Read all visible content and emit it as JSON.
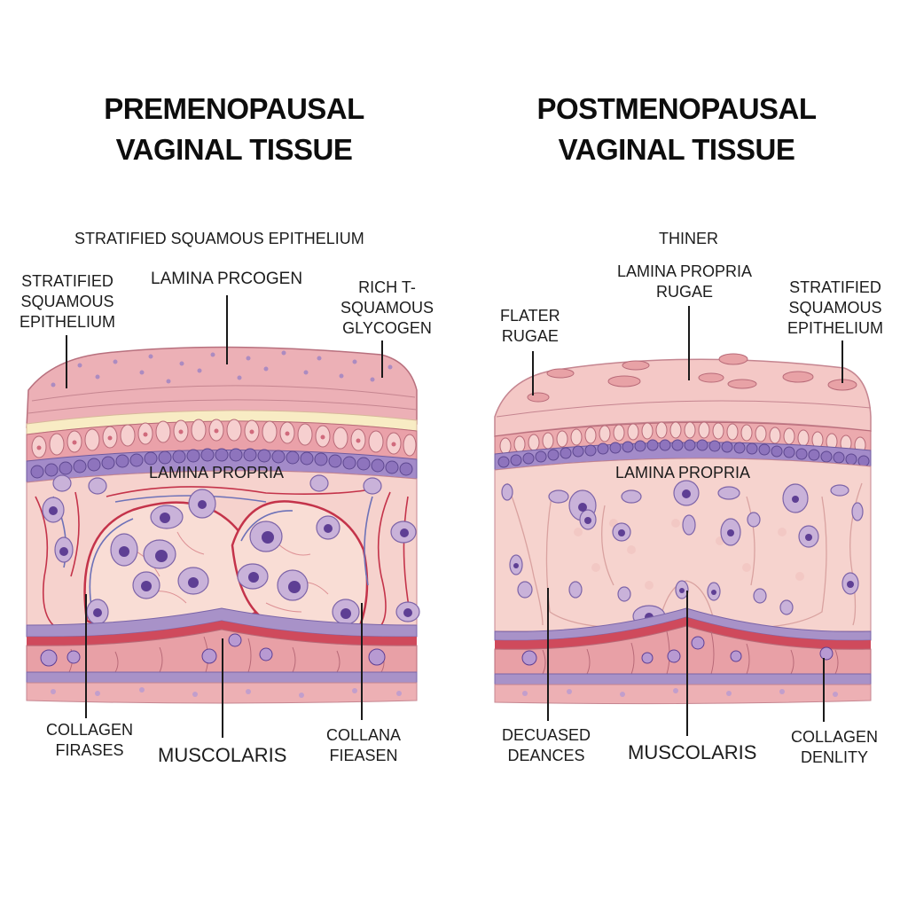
{
  "figure": {
    "type": "comparative histology illustration",
    "background": "#ffffff",
    "palette": {
      "epithelium_pink": "#e8a3ad",
      "superficial_pink": "#f2c4c7",
      "basal_purple": "#9c86c2",
      "nucleus_purple": "#6a4a9a",
      "vessel_red": "#c4334a",
      "vessel_blue": "#6e72b8",
      "stroma_light": "#f8d8d2",
      "muscle_pink": "#e39aa0",
      "glycogen_band": "#f8ecc4"
    }
  },
  "left": {
    "title": [
      "PREMENOPAUSAL",
      "VAGINAL TISSUE"
    ],
    "top_caption": "STRATIFIED SQUAMOUS EPITHELIUM",
    "labels": {
      "epithelium": [
        "STRATIFIED",
        "SQUAMOUS",
        "EPITHELIUM"
      ],
      "lamina_top": "LAMINA PRCOGEN",
      "glycogen": [
        "RICH T-",
        "SQUAMOUS",
        "GLYCOGEN"
      ],
      "lamina_propria": "LAMINA PROPRIA",
      "collagen_left": [
        "COLLAGEN",
        "FIRASES"
      ],
      "muscularis": "MUSCOLARIS",
      "collagen_right": [
        "COLLANA",
        "FIEASEN"
      ]
    }
  },
  "right": {
    "title": [
      "POSTMENOPAUSAL",
      "VAGINAL TISSUE"
    ],
    "top_caption": "THINER",
    "labels": {
      "rugae_flat": [
        "FLATER",
        "RUGAE"
      ],
      "lamina_rugae": [
        "LAMINA PROPRIA",
        "RUGAE"
      ],
      "epithelium": [
        "STRATIFIED",
        "SQUAMOUS",
        "EPITHELIUM"
      ],
      "lamina_propria": "LAMINA PROPRIA",
      "decreased": [
        "DECUASED",
        "DEANCES"
      ],
      "muscularis": "MUSCOLARIS",
      "collagen_density": [
        "COLLAGEN",
        "DENLITY"
      ]
    }
  }
}
